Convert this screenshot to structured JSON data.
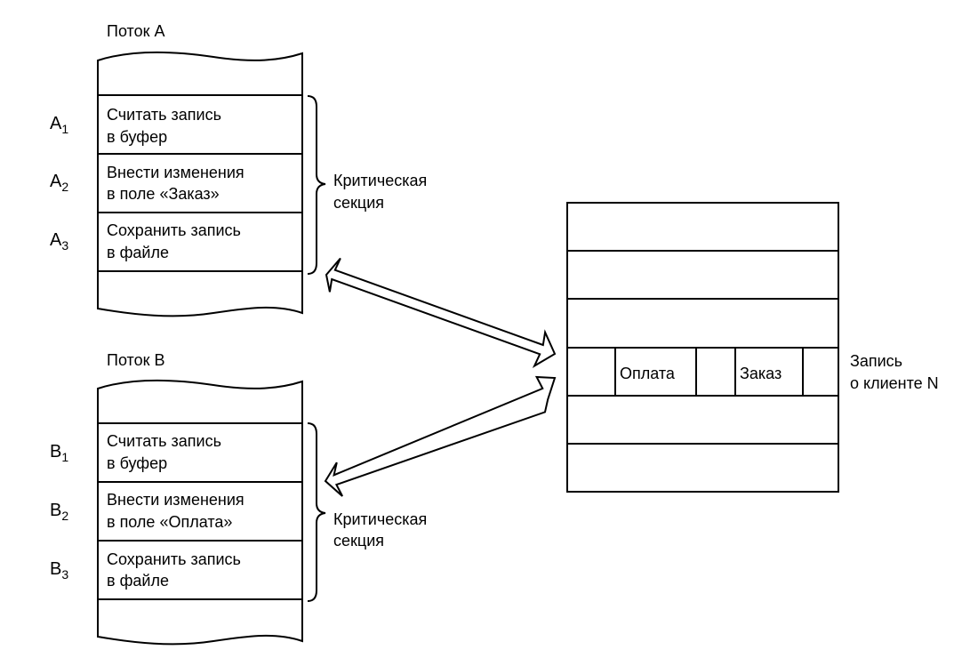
{
  "thread_a": {
    "title": "Поток A",
    "steps": [
      {
        "prefix": "A",
        "index": "1",
        "lines": [
          "Считать запись",
          "в буфер"
        ]
      },
      {
        "prefix": "A",
        "index": "2",
        "lines": [
          "Внести изменения",
          "в поле «Заказ»"
        ]
      },
      {
        "prefix": "A",
        "index": "3",
        "lines": [
          "Сохранить запись",
          "в файле"
        ]
      }
    ],
    "critical_label": [
      "Критическая",
      "секция"
    ]
  },
  "thread_b": {
    "title": "Поток B",
    "steps": [
      {
        "prefix": "B",
        "index": "1",
        "lines": [
          "Считать запись",
          "в буфер"
        ]
      },
      {
        "prefix": "B",
        "index": "2",
        "lines": [
          "Внести изменения",
          "в поле «Оплата»"
        ]
      },
      {
        "prefix": "B",
        "index": "3",
        "lines": [
          "Сохранить запись",
          "в файле"
        ]
      }
    ],
    "critical_label": [
      "Критическая",
      "секция"
    ]
  },
  "record_table": {
    "fields": [
      "Оплата",
      "Заказ"
    ],
    "label": [
      "Запись",
      "о клиенте N"
    ]
  }
}
